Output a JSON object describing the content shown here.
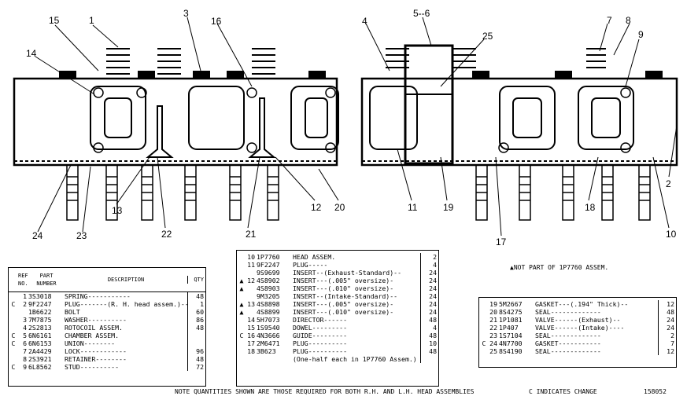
{
  "callouts": [
    "15",
    "1",
    "3",
    "16",
    "4",
    "5--6",
    "25",
    "7",
    "8",
    "9",
    "14",
    "13",
    "22",
    "23",
    "24",
    "21",
    "12",
    "20",
    "11",
    "19",
    "17",
    "18",
    "10",
    "2"
  ],
  "not_part_note": "▲NOT PART OF 1P7760 ASSEM.",
  "table1": {
    "headers": {
      "ref": "REF NO.",
      "part": "PART NUMBER",
      "desc": "DESCRIPTION",
      "qty": "QTY"
    },
    "rows": [
      {
        "mark": "",
        "ref": "1",
        "part": "3S3018",
        "desc": "SPRING-----------",
        "qty": "48"
      },
      {
        "mark": "C",
        "ref": "2",
        "part": "9F2247",
        "desc": "PLUG-------(R. H. head assem.)--",
        "qty": "1"
      },
      {
        "mark": "",
        "ref": "",
        "part": "1B6622",
        "desc": "BOLT",
        "qty": "60"
      },
      {
        "mark": "",
        "ref": "3",
        "part": "7M7875",
        "desc": "WASHER----------",
        "qty": "86"
      },
      {
        "mark": "",
        "ref": "4",
        "part": "2S2813",
        "desc": "ROTOCOIL ASSEM.",
        "qty": "48"
      },
      {
        "mark": "C",
        "ref": "5",
        "part": "6N6161",
        "desc": "CHAMBER ASSEM.",
        "qty": ""
      },
      {
        "mark": "C",
        "ref": "6",
        "part": "6N6153",
        "desc": "UNION--------",
        "qty": ""
      },
      {
        "mark": "",
        "ref": "7",
        "part": "2A4429",
        "desc": "LOCK------------",
        "qty": "96"
      },
      {
        "mark": "",
        "ref": "8",
        "part": "2S3921",
        "desc": "RETAINER--------",
        "qty": "48"
      },
      {
        "mark": "C",
        "ref": "9",
        "part": "6L8562",
        "desc": "STUD----------",
        "qty": "72"
      }
    ]
  },
  "table2": {
    "rows": [
      {
        "mark": "",
        "ref": "10",
        "part": "1P7760",
        "desc": "HEAD ASSEM.",
        "qty": "2"
      },
      {
        "mark": "",
        "ref": "11",
        "part": "9F2247",
        "desc": "PLUG-----",
        "qty": "4"
      },
      {
        "mark": "",
        "ref": "",
        "part": "9S9699",
        "desc": "INSERT--(Exhaust-Standard)--",
        "qty": "24"
      },
      {
        "mark": "▲",
        "ref": "12",
        "part": "4S8902",
        "desc": "INSERT---(.005\" oversize)-",
        "qty": "24"
      },
      {
        "mark": "▲",
        "ref": "",
        "part": "4S8903",
        "desc": "INSERT---(.010\" oversize)-",
        "qty": "24"
      },
      {
        "mark": "",
        "ref": "",
        "part": "9M3205",
        "desc": "INSERT--(Intake-Standard)--",
        "qty": "24"
      },
      {
        "mark": "▲",
        "ref": "13",
        "part": "4S8898",
        "desc": "INSERT---(.005\" oversize)-",
        "qty": "24"
      },
      {
        "mark": "▲",
        "ref": "",
        "part": "4S8899",
        "desc": "INSERT---(.010\" oversize)-",
        "qty": "24"
      },
      {
        "mark": "",
        "ref": "14",
        "part": "5H7073",
        "desc": "DIRECTOR------",
        "qty": "48"
      },
      {
        "mark": "",
        "ref": "15",
        "part": "1S9540",
        "desc": "DOWEL---------",
        "qty": "4"
      },
      {
        "mark": "C",
        "ref": "16",
        "part": "4N3666",
        "desc": "GUIDE---------",
        "qty": "48"
      },
      {
        "mark": "",
        "ref": "17",
        "part": "2M6471",
        "desc": "PLUG----------",
        "qty": "10"
      },
      {
        "mark": "",
        "ref": "18",
        "part": "3B623",
        "desc": "PLUG----------",
        "qty": "48"
      },
      {
        "mark": "",
        "ref": "",
        "part": "",
        "desc": "(One-half each in 1P7760 Assem.)",
        "qty": ""
      }
    ]
  },
  "table3": {
    "rows": [
      {
        "mark": "",
        "ref": "19",
        "part": "5M2667",
        "desc": "GASKET---(.194\" Thick)--",
        "qty": "12"
      },
      {
        "mark": "",
        "ref": "20",
        "part": "8S4275",
        "desc": "SEAL-------------",
        "qty": "48"
      },
      {
        "mark": "",
        "ref": "21",
        "part": "1P1081",
        "desc": "VALVE------(Exhaust)--",
        "qty": "24"
      },
      {
        "mark": "",
        "ref": "22",
        "part": "1P407",
        "desc": "VALVE------(Intake)----",
        "qty": "24"
      },
      {
        "mark": "",
        "ref": "23",
        "part": "1S7104",
        "desc": "SEAL-------------",
        "qty": "2"
      },
      {
        "mark": "C",
        "ref": "24",
        "part": "4N7700",
        "desc": "GASKET-----------",
        "qty": "7"
      },
      {
        "mark": "",
        "ref": "25",
        "part": "8S4190",
        "desc": "SEAL-------------",
        "qty": "12"
      }
    ]
  },
  "footer_note": "NOTE  QUANTITIES SHOWN ARE THOSE REQUIRED FOR BOTH R.H. AND L.H. HEAD ASSEMBLIES",
  "change_note": "C INDICATES CHANGE",
  "drawing_number": "158052"
}
